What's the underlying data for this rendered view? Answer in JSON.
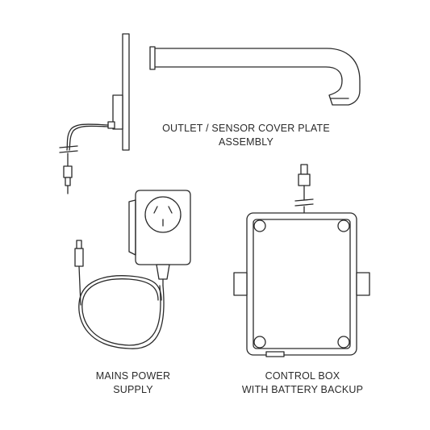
{
  "labels": {
    "outlet_line1": "OUTLET / SENSOR COVER PLATE",
    "outlet_line2": "ASSEMBLY",
    "power_line1": "MAINS POWER",
    "power_line2": "SUPPLY",
    "control_line1": "CONTROL BOX",
    "control_line2": "WITH BATTERY BACKUP"
  },
  "colors": {
    "line": "#2a2a2a",
    "background": "#ffffff"
  }
}
